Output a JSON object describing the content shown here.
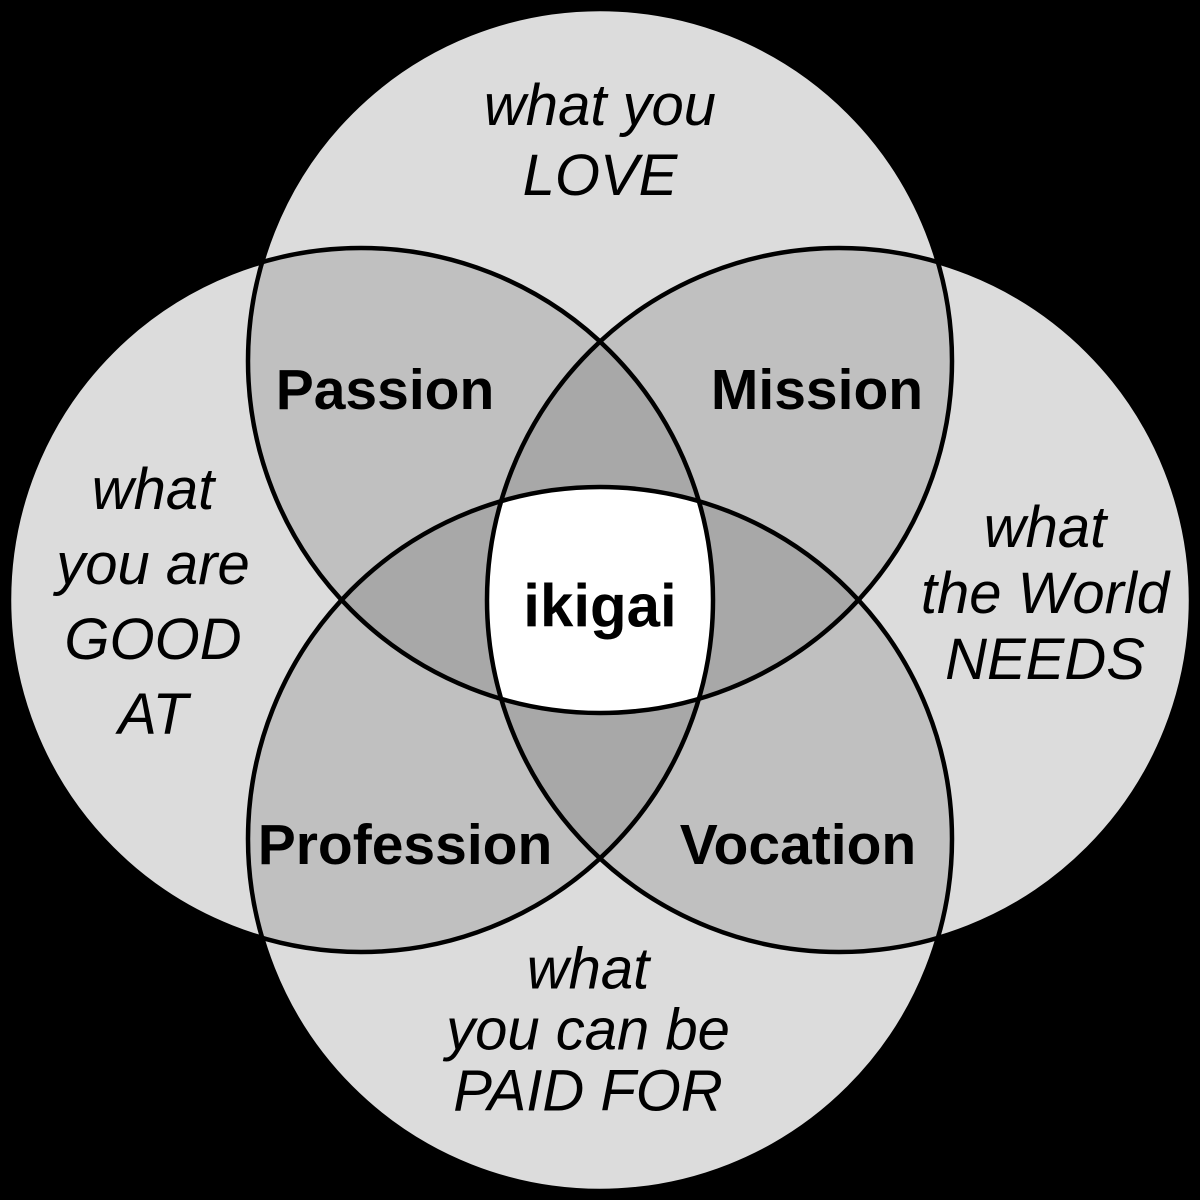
{
  "diagram": {
    "type": "venn-4-circle",
    "background_color": "#000000",
    "colors": {
      "single_region_fill": "#dcdcdc",
      "double_overlap_fill": "#c0c0c0",
      "triple_overlap_fill": "#a8a8a8",
      "center_fill": "#ffffff",
      "outline": "#000000",
      "text": "#000000"
    },
    "circles": [
      {
        "id": "love",
        "position": "top",
        "label_lines": [
          "what you",
          "LOVE"
        ]
      },
      {
        "id": "good-at",
        "position": "left",
        "label_lines": [
          "what",
          "you are",
          "GOOD",
          "AT"
        ]
      },
      {
        "id": "world-needs",
        "position": "right",
        "label_lines": [
          "what",
          "the World",
          "NEEDS"
        ]
      },
      {
        "id": "paid-for",
        "position": "bottom",
        "label_lines": [
          "what",
          "you can be",
          "PAID FOR"
        ]
      }
    ],
    "intersections": [
      {
        "id": "passion",
        "label": "Passion",
        "between": [
          "love",
          "good-at"
        ]
      },
      {
        "id": "mission",
        "label": "Mission",
        "between": [
          "love",
          "world-needs"
        ]
      },
      {
        "id": "profession",
        "label": "Profession",
        "between": [
          "good-at",
          "paid-for"
        ]
      },
      {
        "id": "vocation",
        "label": "Vocation",
        "between": [
          "world-needs",
          "paid-for"
        ]
      }
    ],
    "center": {
      "label": "ikigai"
    }
  }
}
